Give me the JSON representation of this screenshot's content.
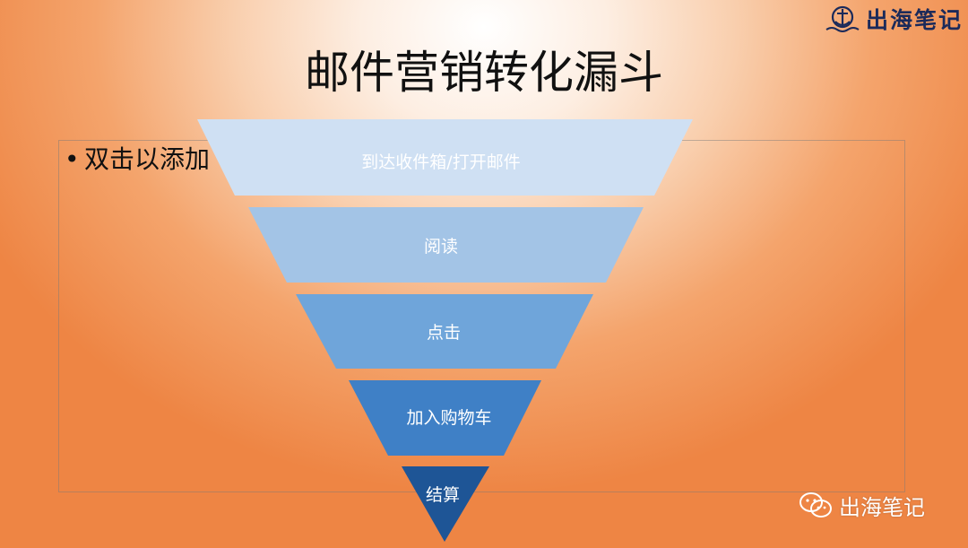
{
  "slide": {
    "title": "邮件营销转化漏斗",
    "placeholder_bullet": "•",
    "placeholder_text": "双击以添加"
  },
  "funnel": {
    "stages": [
      {
        "label": "到达收件箱/打开邮件",
        "color": "#cfe0f3"
      },
      {
        "label": "阅读",
        "color": "#a3c4e6"
      },
      {
        "label": "点击",
        "color": "#6fa5da"
      },
      {
        "label": "加入购物车",
        "color": "#3f80c6"
      },
      {
        "label": "结算",
        "color": "#1e5596"
      }
    ]
  },
  "branding": {
    "top_logo_text": "出海笔记",
    "top_logo_icon": "anchor-icon",
    "watermark_text": "出海笔记",
    "watermark_icon": "wechat-icon"
  }
}
